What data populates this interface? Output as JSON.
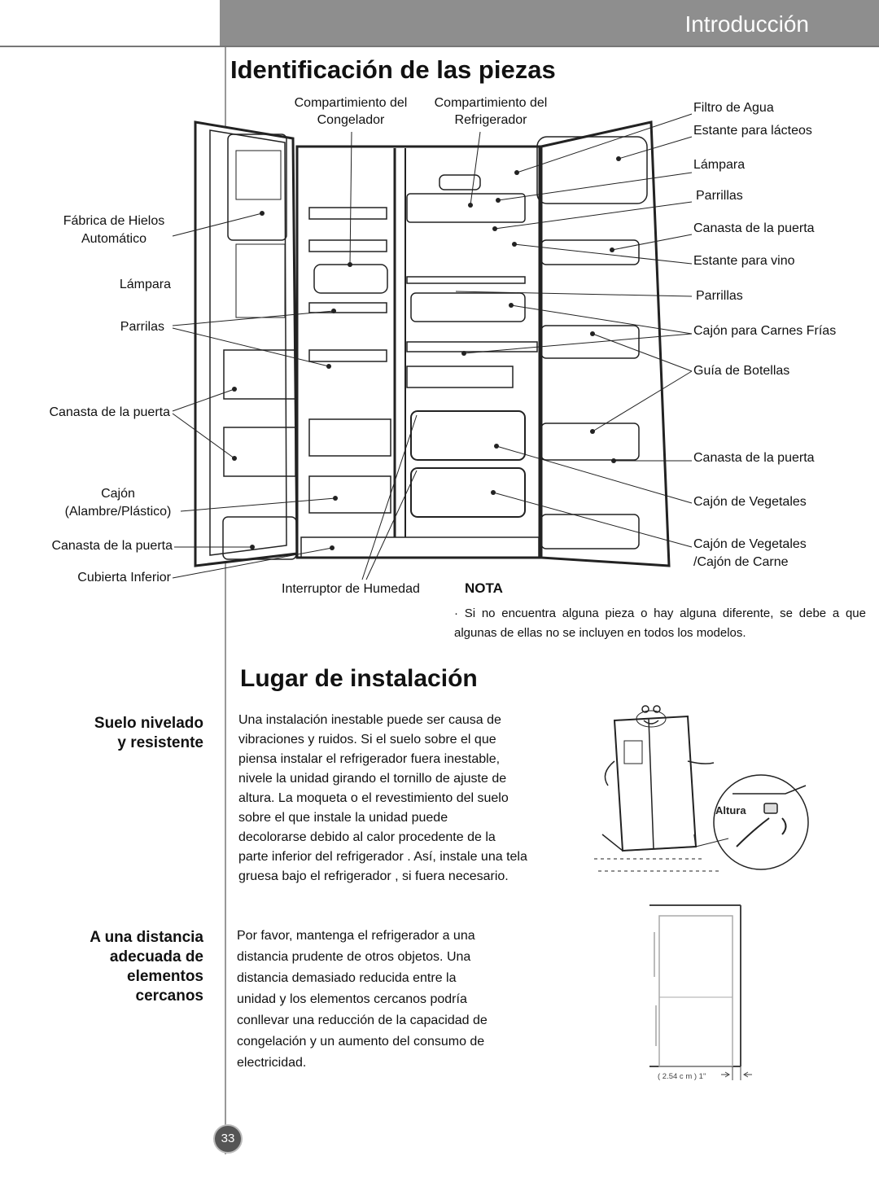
{
  "header": {
    "section": "Introducción"
  },
  "identification": {
    "title": "Identificación de las piezas",
    "labels": {
      "freezer_line1": "Compartimiento del",
      "freezer_line2": "Congelador",
      "fridge_line1": "Compartimiento del",
      "fridge_line2": "Refrigerador",
      "ice_maker_line1": "Fábrica de Hielos",
      "ice_maker_line2": "Automático",
      "lamp_left": "Lámpara",
      "shelves_left": "Parrilas",
      "door_basket_left": "Canasta de la puerta",
      "drawer_line1": "Cajón",
      "drawer_line2": "(Alambre/Plástico)",
      "door_basket_left2": "Canasta de la puerta",
      "lower_cover": "Cubierta Inferior",
      "humidity_switch": "Interruptor de Humedad",
      "water_filter": "Filtro de Agua",
      "dairy_shelf": "Estante para lácteos",
      "lamp_right": "Lámpara",
      "shelves_right1": "Parrillas",
      "door_basket_right": "Canasta de la puerta",
      "wine_rack": "Estante para vino",
      "shelves_right2": "Parrillas",
      "deli_drawer": "Cajón para Carnes Frías",
      "bottle_guide": "Guía de Botellas",
      "door_basket_right2": "Canasta de la puerta",
      "vegetable_drawer": "Cajón de Vegetales",
      "veg_meat_line1": "Cajón de Vegetales",
      "veg_meat_line2": "/Cajón de Carne"
    },
    "note": {
      "title": "NOTA",
      "text": "· Si no encuentra alguna pieza o hay alguna diferente, se debe a que algunas de ellas no se incluyen en todos los modelos."
    }
  },
  "installation": {
    "title": "Lugar de instalación",
    "level_floor": {
      "heading_line1": "Suelo nivelado",
      "heading_line2": "y resistente",
      "lines": [
        "Una instalación inestable puede ser causa de",
        "vibraciones y ruidos.  Si el suelo sobre el que",
        "piensa instalar el refrigerador  fuera inestable,",
        "nivele la unidad girando el tornillo de ajuste de",
        "altura. La moqueta o el revestimiento del suelo",
        "sobre el que instale la unidad puede",
        "decolorarse debido al calor procedente de la",
        "parte inferior del refrigerador .  Así, instale una tela",
        "gruesa bajo el  refrigerador , si fuera necesario."
      ],
      "figure_label": "Altura"
    },
    "distance": {
      "heading_lines": [
        "A una distancia",
        "adecuada de",
        "elementos",
        "cercanos"
      ],
      "lines": [
        "Por favor, mantenga el refrigerador  a una",
        "distancia prudente de otros objetos. Una",
        "distancia demasiado reducida entre la",
        "unidad y los elementos cercanos podría",
        "conllevar una reducción de la capacidad de",
        "congelación y un aumento del consumo de",
        "electricidad."
      ],
      "figure_label": "( 2.54 c m )  1\""
    }
  },
  "footer": {
    "page_number": "33"
  }
}
